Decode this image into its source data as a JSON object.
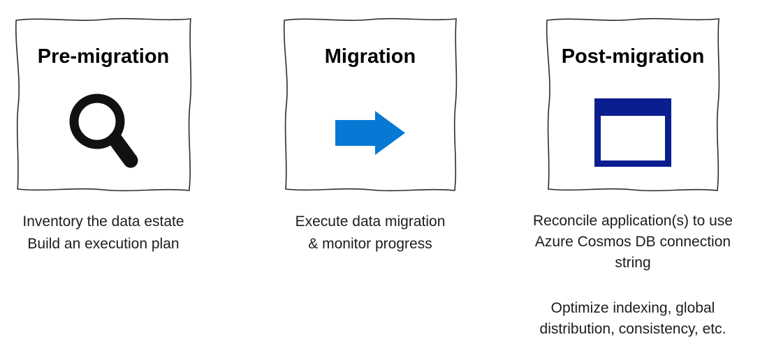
{
  "figure": {
    "background": "#ffffff",
    "ink": "#111111",
    "border_color": "#2e2e2e",
    "arrow_blue": "#0778d4",
    "window_navy": "#0a1e8f"
  },
  "stages": [
    {
      "title": "Pre-migration",
      "icon": "magnifier-icon",
      "caption_lines": [
        "Inventory the data estate",
        "Build an execution plan"
      ]
    },
    {
      "title": "Migration",
      "icon": "arrow-right-icon",
      "caption_lines": [
        "Execute data migration",
        "& monitor progress"
      ]
    },
    {
      "title": "Post-migration",
      "icon": "app-window-icon",
      "caption_lines": [
        "Reconcile application(s) to use",
        "Azure Cosmos DB connection",
        "string",
        "Optimize indexing, global",
        "distribution, consistency, etc."
      ]
    }
  ]
}
